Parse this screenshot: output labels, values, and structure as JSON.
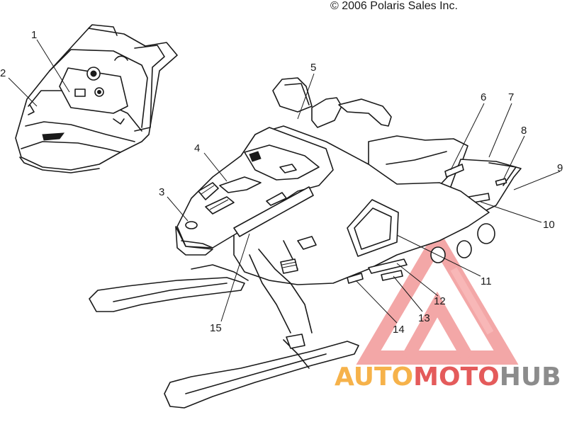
{
  "header": {
    "copyright": "© 2006 Polaris Sales Inc."
  },
  "callouts": [
    "1",
    "2",
    "3",
    "4",
    "5",
    "6",
    "7",
    "8",
    "9",
    "10",
    "11",
    "12",
    "13",
    "14",
    "15"
  ],
  "watermark": {
    "part1": "AUTO",
    "part2": "MOTO",
    "part3": "HUB"
  },
  "colors": {
    "line": "#1a1a1a",
    "wm_orange": "#f6b24a",
    "wm_red": "#e45b5b",
    "wm_gray": "#8c8c8c",
    "wm_tri": "#f08a8a"
  }
}
